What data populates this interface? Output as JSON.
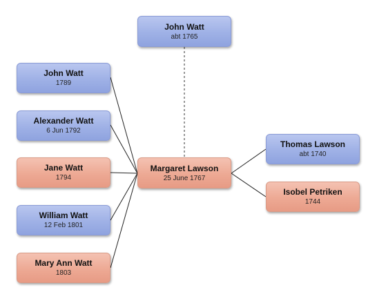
{
  "father": {
    "name": "John Watt",
    "date": "abt 1765"
  },
  "focus": {
    "name": "Margaret Lawson",
    "date": "25 June 1767"
  },
  "children": [
    {
      "name": "John Watt",
      "date": "1789",
      "sex": "male"
    },
    {
      "name": "Alexander Watt",
      "date": "6 Jun 1792",
      "sex": "male"
    },
    {
      "name": "Jane Watt",
      "date": "1794",
      "sex": "female"
    },
    {
      "name": "William Watt",
      "date": "12 Feb 1801",
      "sex": "male"
    },
    {
      "name": "Mary Ann Watt",
      "date": "1803",
      "sex": "female"
    }
  ],
  "parents": [
    {
      "name": "Thomas Lawson",
      "date": "abt 1740",
      "sex": "male"
    },
    {
      "name": "Isobel Petriken",
      "date": "1744",
      "sex": "female"
    }
  ],
  "colors": {
    "male": "#9fb1e6",
    "female": "#eda994",
    "line": "#222222",
    "spouse_line": "#555555"
  }
}
